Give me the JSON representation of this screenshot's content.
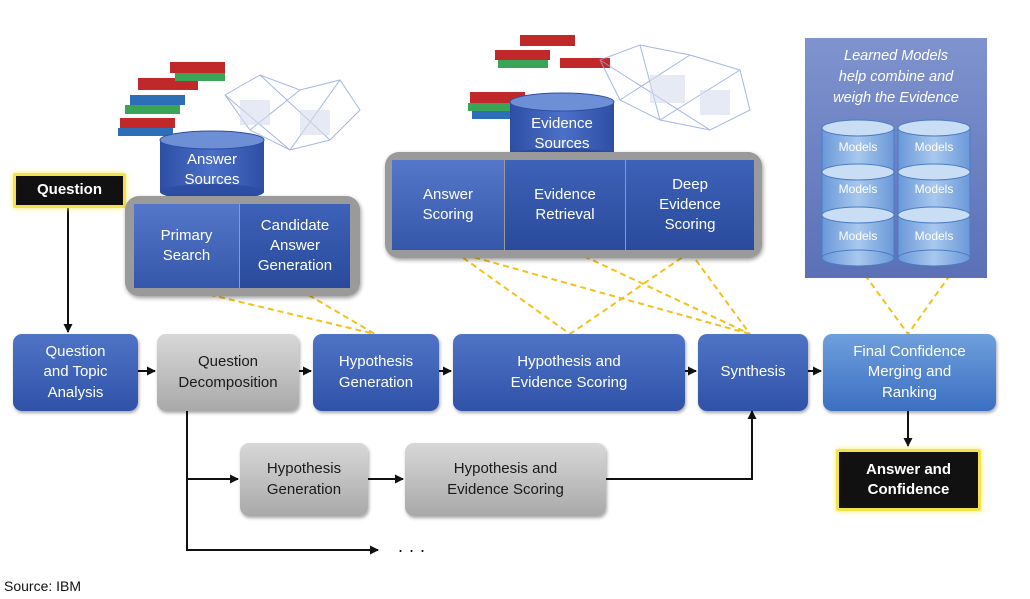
{
  "question": "Question",
  "answer_confidence": "Answer and\nConfidence",
  "answer_sources": "Answer\nSources",
  "primary_search": "Primary\nSearch",
  "candidate_answer_generation": "Candidate\nAnswer\nGeneration",
  "evidence_sources": "Evidence\nSources",
  "answer_scoring": "Answer\nScoring",
  "evidence_retrieval": "Evidence\nRetrieval",
  "deep_evidence_scoring": "Deep\nEvidence\nScoring",
  "learned_models": "Learned Models\nhelp combine and\nweigh the Evidence",
  "models": [
    "Models",
    "Models",
    "Models",
    "Models",
    "Models",
    "Models"
  ],
  "question_topic_analysis": "Question\nand Topic\nAnalysis",
  "question_decomposition": "Question\nDecomposition",
  "hypothesis_generation": "Hypothesis\nGeneration",
  "hypothesis_evidence_scoring": "Hypothesis and\nEvidence Scoring",
  "synthesis": "Synthesis",
  "final_confidence": "Final Confidence\nMerging and\nRanking",
  "hypothesis_generation_2": "Hypothesis\nGeneration",
  "hypothesis_evidence_scoring_2": "Hypothesis and\nEvidence Scoring",
  "ellipsis": "...",
  "source": "Source: IBM",
  "colors": {
    "blue": "#3557aa",
    "gray": "#b4b4b4",
    "highlight": "#f2e34a",
    "dashed": "#f2c21b"
  }
}
